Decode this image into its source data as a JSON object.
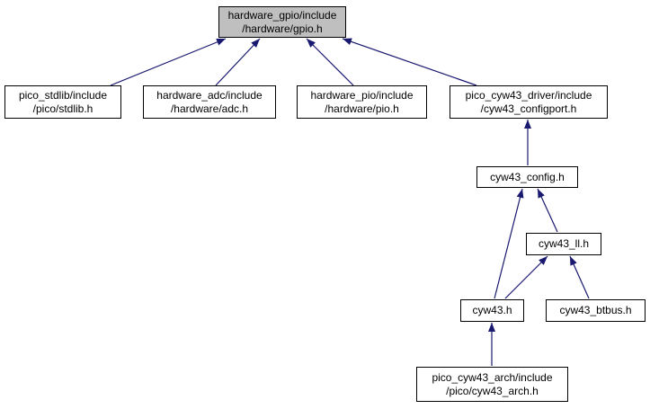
{
  "diagram": {
    "type": "include-dependency-graph",
    "description": "Files that directly or indirectly include hardware/gpio.h",
    "colors": {
      "edge": "#191970",
      "node-border": "#000000",
      "node-fill": "#ffffff",
      "selected-node-fill": "#bfbfbf",
      "text": "#000000",
      "background": "#ffffff"
    }
  },
  "nodes": [
    {
      "id": "hardware-gpio",
      "selected": true,
      "lines": [
        "hardware_gpio/include",
        "/hardware/gpio.h"
      ]
    },
    {
      "id": "pico-stdlib",
      "selected": false,
      "lines": [
        "pico_stdlib/include",
        "/pico/stdlib.h"
      ]
    },
    {
      "id": "hardware-adc",
      "selected": false,
      "lines": [
        "hardware_adc/include",
        "/hardware/adc.h"
      ]
    },
    {
      "id": "hardware-pio",
      "selected": false,
      "lines": [
        "hardware_pio/include",
        "/hardware/pio.h"
      ]
    },
    {
      "id": "pico-cyw43-driver",
      "selected": false,
      "lines": [
        "pico_cyw43_driver/include",
        "/cyw43_configport.h"
      ]
    },
    {
      "id": "cyw43-config",
      "selected": false,
      "lines": [
        "cyw43_config.h"
      ]
    },
    {
      "id": "cyw43-ll",
      "selected": false,
      "lines": [
        "cyw43_ll.h"
      ]
    },
    {
      "id": "cyw43",
      "selected": false,
      "lines": [
        "cyw43.h"
      ]
    },
    {
      "id": "cyw43-btbus",
      "selected": false,
      "lines": [
        "cyw43_btbus.h"
      ]
    },
    {
      "id": "pico-cyw43-arch",
      "selected": false,
      "lines": [
        "pico_cyw43_arch/include",
        "/pico/cyw43_arch.h"
      ]
    }
  ],
  "edges": [
    {
      "from": "pico-stdlib",
      "to": "hardware-gpio"
    },
    {
      "from": "hardware-adc",
      "to": "hardware-gpio"
    },
    {
      "from": "hardware-pio",
      "to": "hardware-gpio"
    },
    {
      "from": "pico-cyw43-driver",
      "to": "hardware-gpio"
    },
    {
      "from": "cyw43-config",
      "to": "pico-cyw43-driver"
    },
    {
      "from": "cyw43",
      "to": "cyw43-config"
    },
    {
      "from": "cyw43-ll",
      "to": "cyw43-config"
    },
    {
      "from": "cyw43",
      "to": "cyw43-ll"
    },
    {
      "from": "cyw43-btbus",
      "to": "cyw43-ll"
    },
    {
      "from": "pico-cyw43-arch",
      "to": "cyw43"
    }
  ]
}
